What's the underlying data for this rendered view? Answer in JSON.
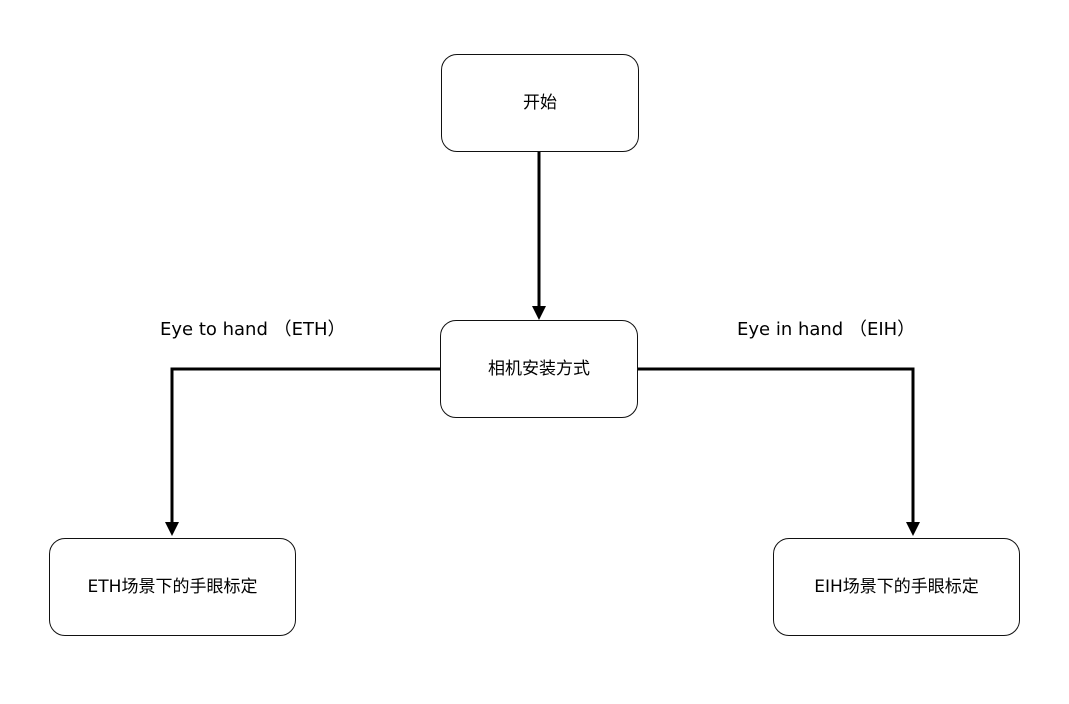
{
  "nodes": {
    "start": "开始",
    "mount_method": "相机安装方式",
    "eth_calibration": "ETH场景下的手眼标定",
    "eih_calibration": "EIH场景下的手眼标定"
  },
  "edges": {
    "eth_label": "Eye to hand （ETH）",
    "eih_label": "Eye in hand （EIH）"
  }
}
